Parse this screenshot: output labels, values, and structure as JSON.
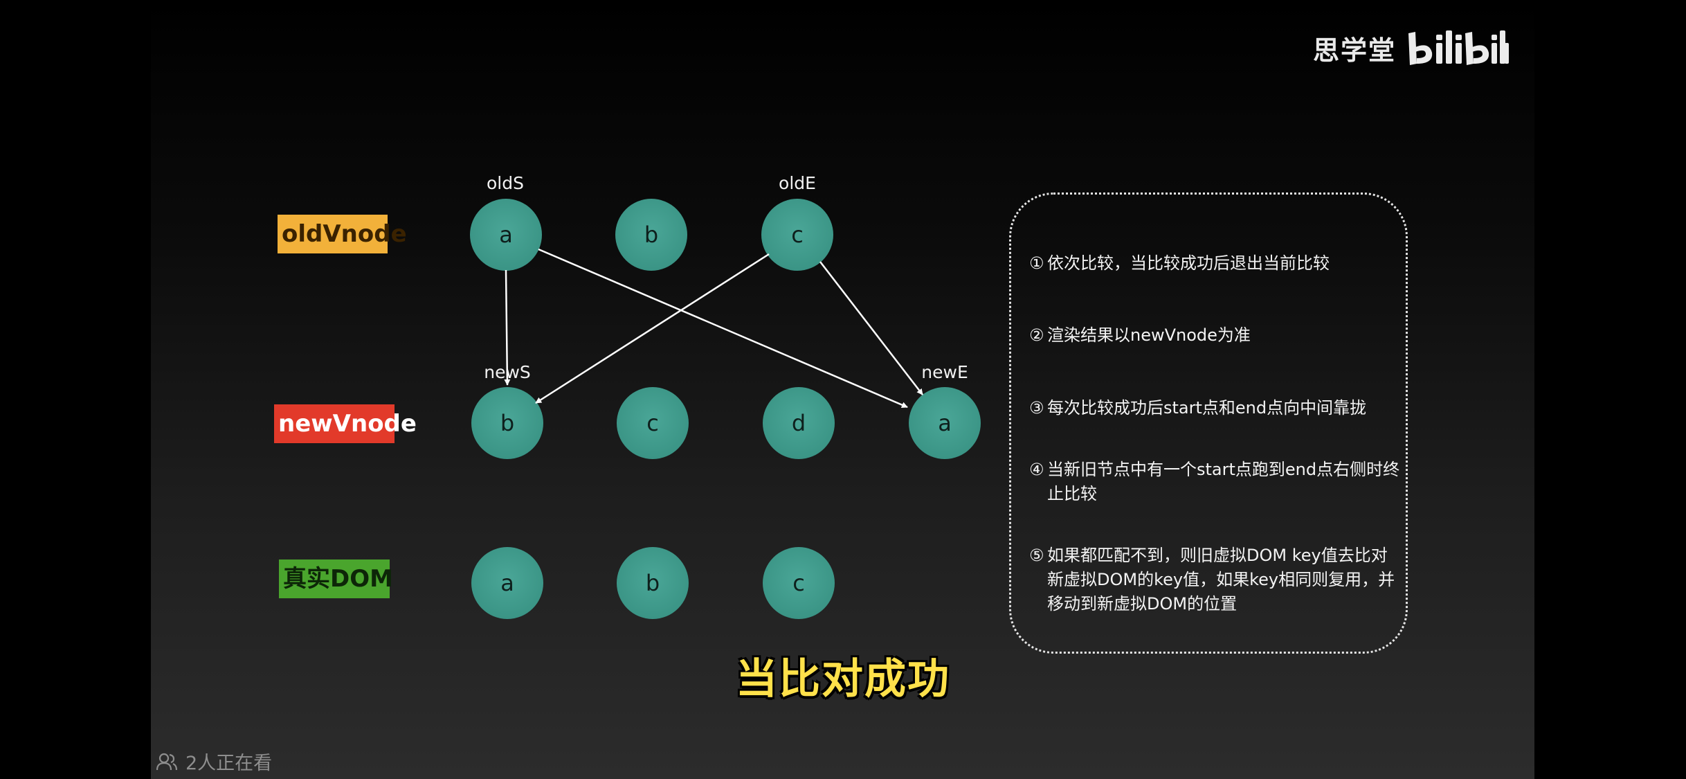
{
  "watermark": {
    "school": "思学堂",
    "brand": "bilibili"
  },
  "row_labels": {
    "old": "oldVnode",
    "new": "newVnode",
    "dom": "真实DOM"
  },
  "pointers": {
    "oldS": "oldS",
    "oldE": "oldE",
    "newS": "newS",
    "newE": "newE"
  },
  "old_nodes": [
    "a",
    "b",
    "c"
  ],
  "new_nodes": [
    "b",
    "c",
    "d",
    "a"
  ],
  "dom_nodes": [
    "a",
    "b",
    "c"
  ],
  "rules": [
    {
      "num": "①",
      "lines": [
        "依次比较，当比较成功后退出当前比较"
      ]
    },
    {
      "num": "②",
      "lines": [
        "渲染结果以newVnode为准"
      ]
    },
    {
      "num": "③",
      "lines": [
        "每次比较成功后start点和end点向中间靠拢"
      ]
    },
    {
      "num": "④",
      "lines": [
        "当新旧节点中有一个start点跑到end点右侧时终",
        "止比较"
      ]
    },
    {
      "num": "⑤",
      "lines": [
        "如果都匹配不到，则旧虚拟DOM key值去比对",
        "新虚拟DOM的key值，如果key相同则复用，并",
        "移动到新虚拟DOM的位置"
      ]
    }
  ],
  "subtitle": "当比对成功",
  "viewers": "2人正在看",
  "colors": {
    "node": "#3e9b8c",
    "old_label": "#f2b13a",
    "new_label": "#e23a2a",
    "dom_label": "#4aa52d",
    "subtitle": "#ffe14a"
  }
}
